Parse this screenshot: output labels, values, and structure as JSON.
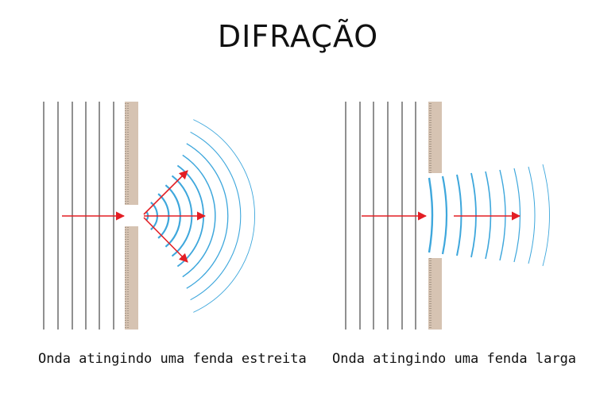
{
  "title": "DIFRAÇÃO",
  "panels": [
    {
      "caption": "Onda atingindo uma fenda estreita"
    },
    {
      "caption": "Onda atingindo uma fenda larga"
    }
  ],
  "colors": {
    "wavefront": "#3ea7dc",
    "arrow": "#e31e24",
    "barrier": "#d6c3b2",
    "incident": "#222222"
  }
}
